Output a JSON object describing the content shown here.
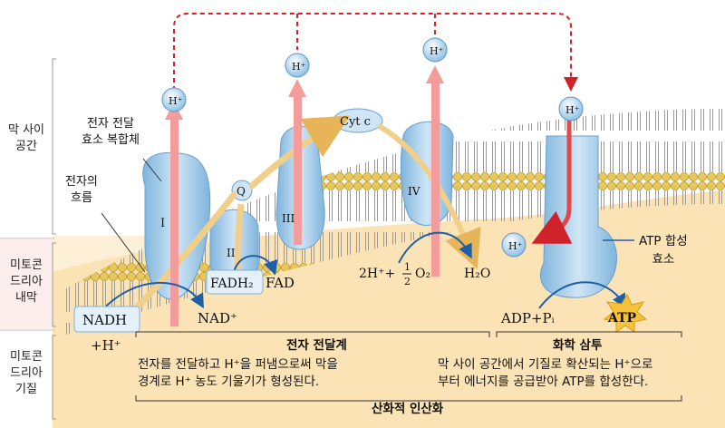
{
  "side_labels": {
    "intermembrane": [
      "막 사이",
      "공간"
    ],
    "inner_membrane": [
      "미토콘",
      "드리아",
      "내막"
    ],
    "matrix": [
      "미토콘",
      "드리아",
      "기질"
    ]
  },
  "labels": {
    "complex": [
      "전자 전달",
      "효소 복합체"
    ],
    "electron_flow": [
      "전자의",
      "흐름"
    ],
    "complex_1": "I",
    "complex_2": "II",
    "complex_3": "III",
    "complex_4": "IV",
    "q": "Q",
    "cyt_c": "Cyt c",
    "nadh": "NADH",
    "plus_h": "+H⁺",
    "nad": "NAD⁺",
    "fadh2": "FADH₂",
    "fad": "FAD",
    "h": "H⁺",
    "oxygen_left": "2H⁺+",
    "half_num": "1",
    "half_den": "2",
    "oxygen": "O₂",
    "water": "H₂O",
    "atp_synthase": [
      "ATP 합성",
      "효소"
    ],
    "adp": "ADP+Pᵢ",
    "atp": "ATP"
  },
  "bottom": {
    "etc_title": "전자 전달계",
    "etc_desc": [
      "전자를 전달하고 H⁺을 퍼냄으로써 막을",
      "경계로 H⁺ 농도 기울기가 형성된다."
    ],
    "chemi_title": "화학 삼투",
    "chemi_desc": [
      "막 사이 공간에서 기질로 확산되는 H⁺으로",
      "부터 에너지를 공급받아 ATP를 합성한다."
    ],
    "ox_title": "산화적 인산화"
  },
  "colors": {
    "membrane": "#e9c95a",
    "matrix": "#fbe3b6",
    "protein": "#a9cfe9",
    "proton_arrow": "#ef8f8f",
    "electron_arrow": "#f3c77a",
    "flow_arrow": "#1f5fa8",
    "circulation": "#d0222a",
    "atp_star": "#f5c23a"
  }
}
